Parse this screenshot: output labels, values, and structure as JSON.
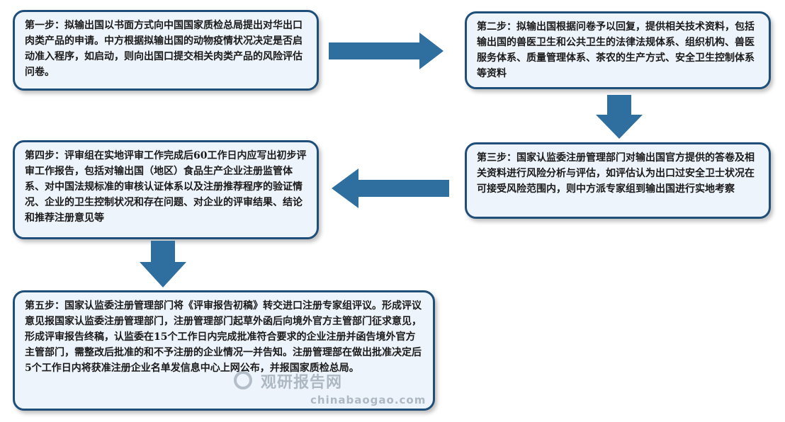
{
  "diagram": {
    "steps": [
      {
        "id": "step1",
        "text": "第一步：拟输出国以书面方式向中国国家质检总局提出对华出口肉类产品的申请。中方根据拟输出国的动物疫情状况决定是否启动准入程序，如启动，则向出国口提交相关肉类产品的风险评估问卷。"
      },
      {
        "id": "step2",
        "text": "第二步：拟输出国根据问卷予以回复，提供相关技术资料，包括输出国的兽医卫生和公共卫生的法律法规体系、组织机构、兽医服务体系、质量管理体系、茶农的生产方式、安全卫生控制体系等资料"
      },
      {
        "id": "step3",
        "text": "第三步：国家认监委注册管理部门对输出国官方提供的答卷及相关资料进行风险分析与评估，如评估认为出口过安全卫士状况在可接受风险范围内，则中方派专家组到输出国进行实地考察"
      },
      {
        "id": "step4",
        "text": "第四步：评审组在实地评审工作完成后60工作日内应写出初步评审工作报告，包括对输出国（地区）食品生产企业注册监管体系、对中国法规标准的审核认证体系以及注册推荐程序的验证情况、企业的卫生控制状况和存在问题、对企业的评审结果、结论和推荐注册意见等"
      },
      {
        "id": "step5",
        "text": "第五步：国家认监委注册管理部门将《评审报告初稿》转交进口注册专家组评议。形成评议意见报国家认监委注册管理部门，注册管理部门起草外函后向境外官方主管部门征求意见，形成评审报告终稿，认监委在15个工作日内完成批准符合要求的企业注册并函告境外官方主管部门，需整改后批准的和不予注册的企业情况一并告知。注册管理部在做出批准决定后5个工作日内将获准注册企业名单发信息中心上网公布，并报国家质检总局。"
      }
    ],
    "colors": {
      "box_border": "#1f4e79",
      "box_fill": "#eef4fb",
      "arrow": "#2e6fa0"
    }
  },
  "watermark": {
    "name": "观研报告网",
    "url": "chinabaogao.com"
  }
}
